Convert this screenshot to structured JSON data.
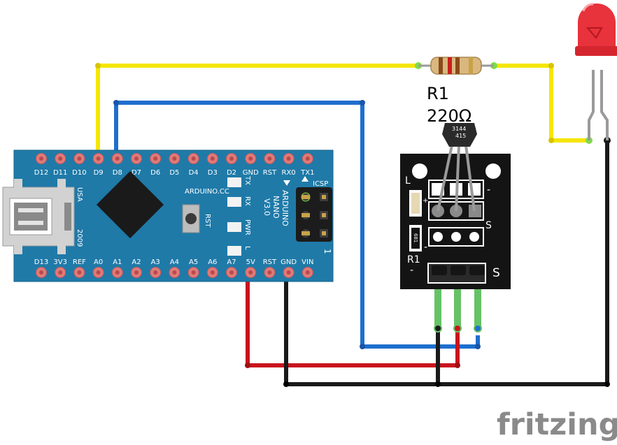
{
  "resistor": {
    "name": "R1",
    "value": "220Ω"
  },
  "arduino": {
    "top_pins": [
      "D12",
      "D11",
      "D10",
      "D9",
      "D8",
      "D7",
      "D6",
      "D5",
      "D4",
      "D3",
      "D2",
      "GND",
      "RST",
      "RX0",
      "TX1"
    ],
    "bottom_pins": [
      "D13",
      "3V3",
      "REF",
      "A0",
      "A1",
      "A2",
      "A3",
      "A4",
      "A5",
      "A6",
      "A7",
      "5V",
      "RST",
      "GND",
      "VIN"
    ],
    "brand_lines": [
      "ARDUINO",
      "NANO",
      "V3.0"
    ],
    "site": "ARDUINO.CC",
    "led_labels": [
      "TX",
      "RX",
      "PWR",
      "L"
    ],
    "reset_label": "RST",
    "icsp_label": "ICSP",
    "usb_label": "USA",
    "year_label": "2009",
    "icsp_pin_one": "1"
  },
  "sensor": {
    "chip_line1": "3144",
    "chip_line2": "415",
    "label_l": "L",
    "label_plus": "+",
    "label_s_top": "S",
    "label_minus_top": "-",
    "label_minus_mid": "-",
    "label_r1": "R1",
    "label_minus_bottom": "-",
    "label_s_bottom": "S",
    "resistor_code": "681"
  },
  "wire_colors": {
    "yellow": "#f5e600",
    "blue": "#1f6fce",
    "red": "#c8141e",
    "black": "#1a1a1a",
    "green": "#66c266"
  },
  "logo": "fritzing"
}
